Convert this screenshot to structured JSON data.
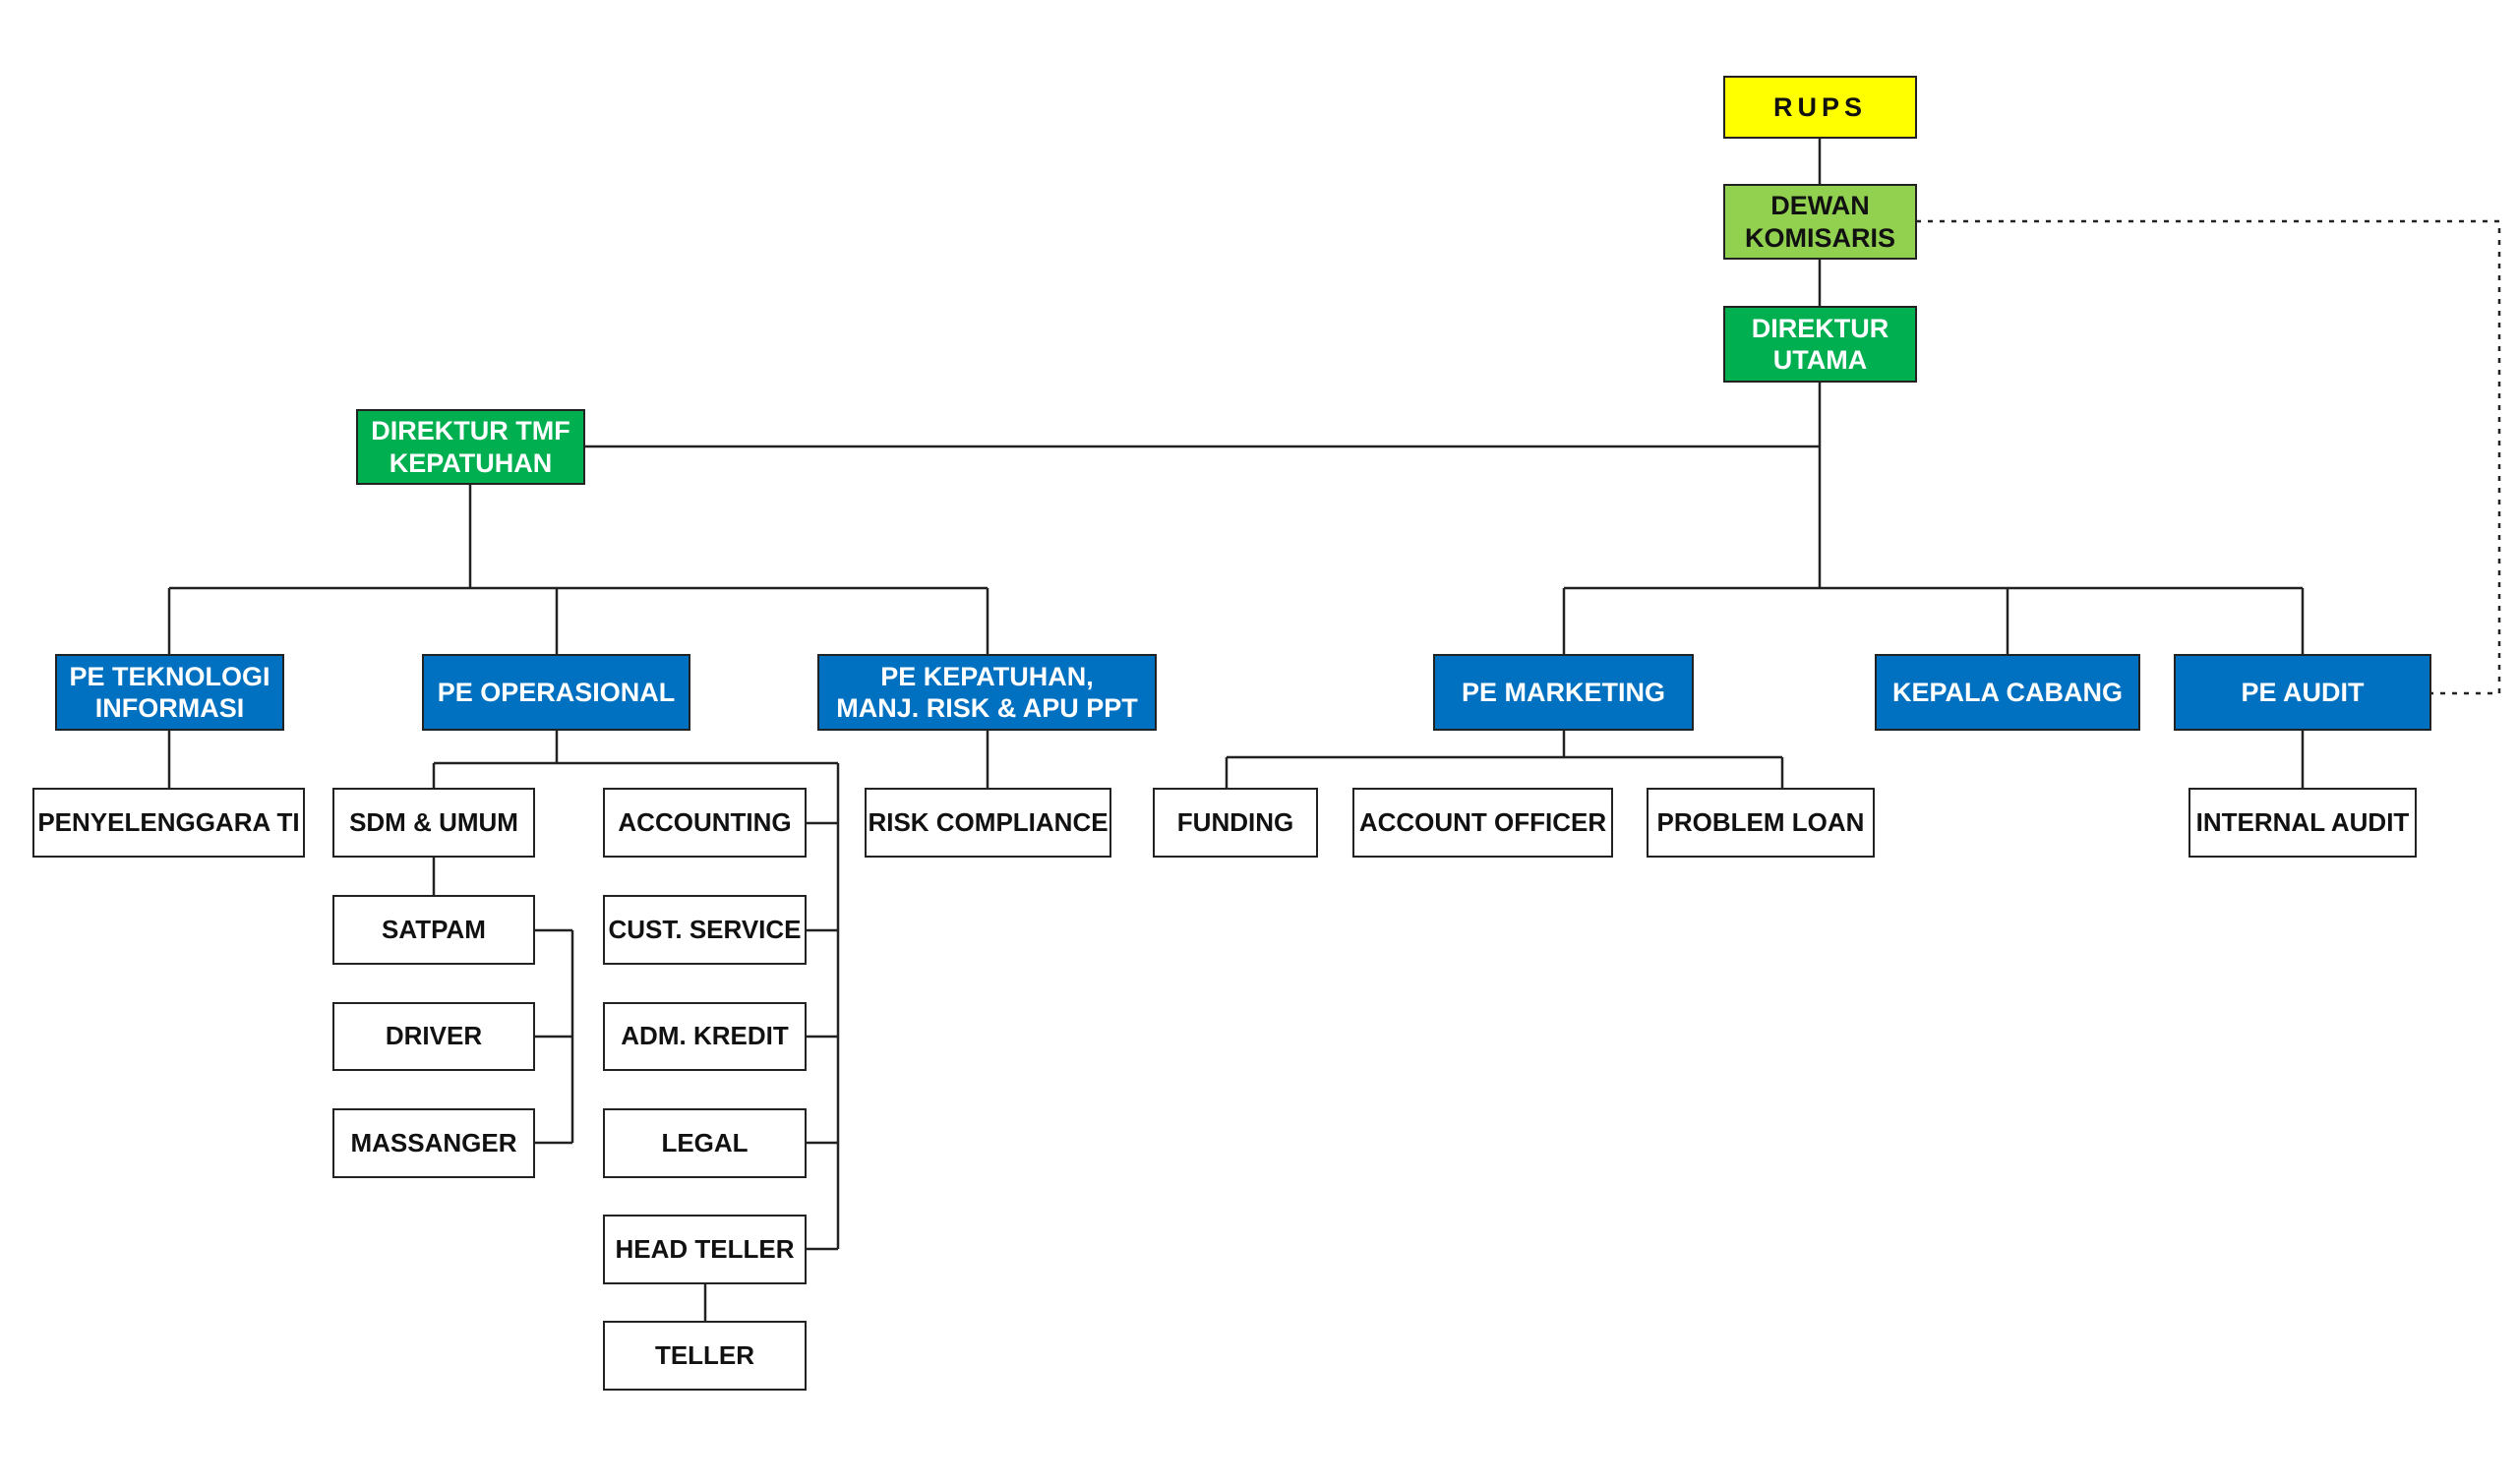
{
  "nodes": {
    "rups": "RUPS",
    "dewan_komisaris": [
      "DEWAN",
      "KOMISARIS"
    ],
    "direktur_utama": [
      "DIREKTUR",
      "UTAMA"
    ],
    "direktur_tmf": [
      "DIREKTUR TMF",
      "KEPATUHAN"
    ],
    "pe_teknologi": [
      "PE TEKNOLOGI",
      "INFORMASI"
    ],
    "pe_operasional": "PE OPERASIONAL",
    "pe_kepatuhan": [
      "PE KEPATUHAN,",
      "MANJ. RISK & APU PPT"
    ],
    "pe_marketing": "PE MARKETING",
    "kepala_cabang": "KEPALA CABANG",
    "pe_audit": "PE AUDIT",
    "penyelenggara_ti": "PENYELENGGARA TI",
    "sdm_umum": "SDM & UMUM",
    "satpam": "SATPAM",
    "driver": "DRIVER",
    "massanger": "MASSANGER",
    "accounting": "ACCOUNTING",
    "cust_service": "CUST. SERVICE",
    "adm_kredit": "ADM. KREDIT",
    "legal": "LEGAL",
    "head_teller": "HEAD TELLER",
    "teller": "TELLER",
    "risk_compliance": "RISK COMPLIANCE",
    "funding": "FUNDING",
    "account_officer": "ACCOUNT OFFICER",
    "problem_loan": "PROBLEM LOAN",
    "internal_audit": "INTERNAL AUDIT"
  },
  "colors": {
    "yellow": "#ffff00",
    "light_green": "#92d050",
    "green": "#00b050",
    "blue": "#0070c0",
    "line": "#222222"
  }
}
